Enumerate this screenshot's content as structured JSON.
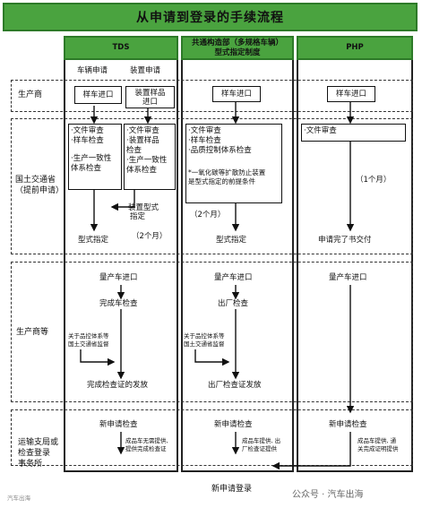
{
  "title": "从申请到登录的手续流程",
  "columns": {
    "tds": "TDS",
    "mid_line1": "共通构造部（多规格车辆）",
    "mid_line2": "型式指定制度",
    "php": "PHP"
  },
  "subheaders": {
    "vehicle_apply": "车辆申请",
    "device_apply": "装置申请"
  },
  "rows": {
    "producer": "生产商",
    "mlit_line1": "国土交通省",
    "mlit_line2": "（提前申请）",
    "producer_etc": "生产商等",
    "transport_line1": "运输支局或",
    "transport_line2": "检查登录",
    "transport_line3": "事务所"
  },
  "tds": {
    "sample_import": "样车进口",
    "device_sample_line1": "装置样品",
    "device_sample_line2": "进口",
    "checks_left": [
      "·文件审查",
      "·样车检查",
      "",
      "·生产一致性",
      "体系检查"
    ],
    "checks_right": [
      "·文件审查",
      "·装置样品",
      "检查",
      "·生产一致性",
      "体系检查"
    ],
    "device_type_line1": "装置型式",
    "device_type_line2": "指定",
    "two_months": "（2个月）",
    "type_designation": "型式指定",
    "mass_import": "量产车进口",
    "finish_inspection": "完成车检查",
    "note_line1": "关于品控体系等",
    "note_line2": "国土交通省监督",
    "finish_cert": "完成检查证的发放",
    "new_inspection": "新申请检查",
    "side_note_line1": "成品车无需提供,",
    "side_note_line2": "提供完成检查证"
  },
  "mid": {
    "sample_import": "样车进口",
    "checks": [
      "·文件审查",
      "·样车检查",
      "·品质控制体系检查"
    ],
    "footnote": [
      "*一氧化碳等扩散防止装置",
      "是型式指定的前提条件"
    ],
    "two_months": "（2个月）",
    "type_designation": "型式指定",
    "mass_import": "量产车进口",
    "factory_inspection": "出厂检查",
    "note_line1": "关于品控体系等",
    "note_line2": "国土交通省监督",
    "factory_cert": "出厂检查证发放",
    "new_inspection": "新申请检查",
    "side_note_line1": "成品车提供, 出",
    "side_note_line2": "厂检查证提供"
  },
  "php": {
    "sample_import": "样车进口",
    "check": "·文件审查",
    "one_month": "（1个月）",
    "delivery": "申请完了书交付",
    "mass_import": "量产车进口",
    "new_inspection": "新申请检查",
    "side_note_line1": "成品车提供, 通",
    "side_note_line2": "关完成证明提供"
  },
  "final": "新申请登录",
  "watermark": "公众号 · 汽车出海",
  "corner_mark": "汽车出海",
  "colors": {
    "header_green": "#4aa33f",
    "header_border": "#2d7a28"
  }
}
